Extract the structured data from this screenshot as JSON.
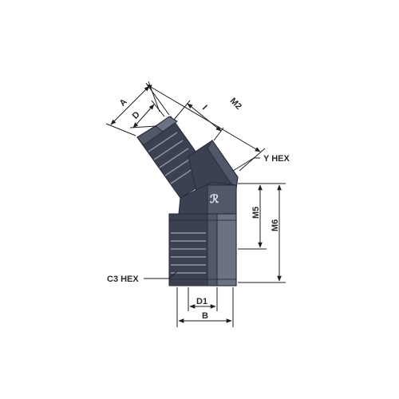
{
  "diagram": {
    "labels": {
      "A": "A",
      "D": "D",
      "I": "I",
      "M2": "M2",
      "Y_HEX": "Y HEX",
      "M5": "M5",
      "M6": "M6",
      "C3_HEX": "C3 HEX",
      "D1": "D1",
      "B": "B"
    },
    "colors": {
      "body": "#3b4150",
      "body_highlight": "#6b7284",
      "dimension_lines": "#1e1e1e",
      "background": "#ffffff"
    },
    "icons": {
      "logo": "r-logo-icon"
    }
  }
}
